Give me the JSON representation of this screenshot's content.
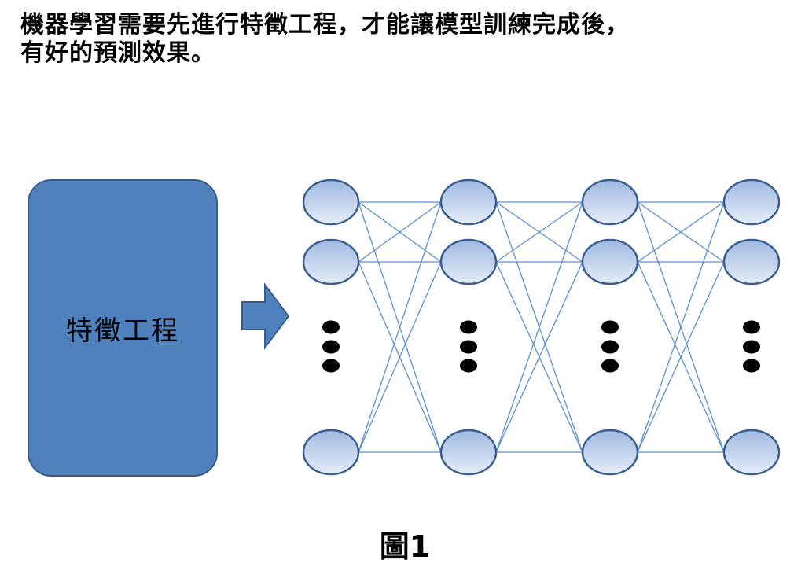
{
  "title": {
    "line1": "機器學習需要先進行特徵工程，才能讓模型訓練完成後，",
    "line2": "有好的預測效果。"
  },
  "feature_box": {
    "label": "特徵工程"
  },
  "network": {
    "layers": 4,
    "visible_nodes_per_layer": 3,
    "ellipsis_dots": 3
  },
  "colors": {
    "box_fill": "#4f81bd",
    "box_stroke": "#385d8a",
    "edge": "#5b8fd0",
    "node_top": "#9fb8e2",
    "node_bottom": "#e6edf8",
    "node_stroke": "#3a5f8f"
  },
  "caption": "圖1"
}
